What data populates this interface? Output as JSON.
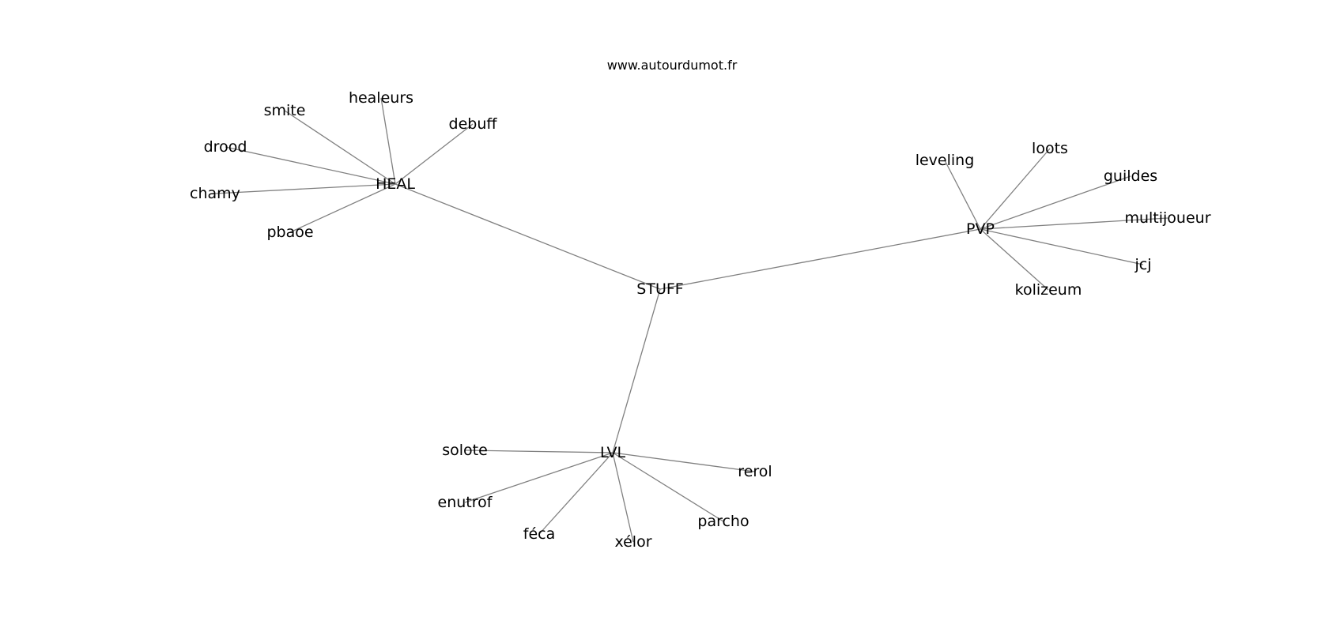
{
  "site": "www.autourdumot.fr",
  "center": "STUFF",
  "hubs": [
    {
      "id": "heal",
      "label": "HEAL",
      "leaves": [
        "smite",
        "healeurs",
        "debuff",
        "drood",
        "chamy",
        "pbaoe"
      ]
    },
    {
      "id": "pvp",
      "label": "PVP",
      "leaves": [
        "leveling",
        "loots",
        "guildes",
        "multijoueur",
        "jcj",
        "kolizeum"
      ]
    },
    {
      "id": "lvl",
      "label": "LVL",
      "leaves": [
        "solote",
        "rerol",
        "enutrof",
        "parcho",
        "féca",
        "xélor"
      ]
    }
  ]
}
